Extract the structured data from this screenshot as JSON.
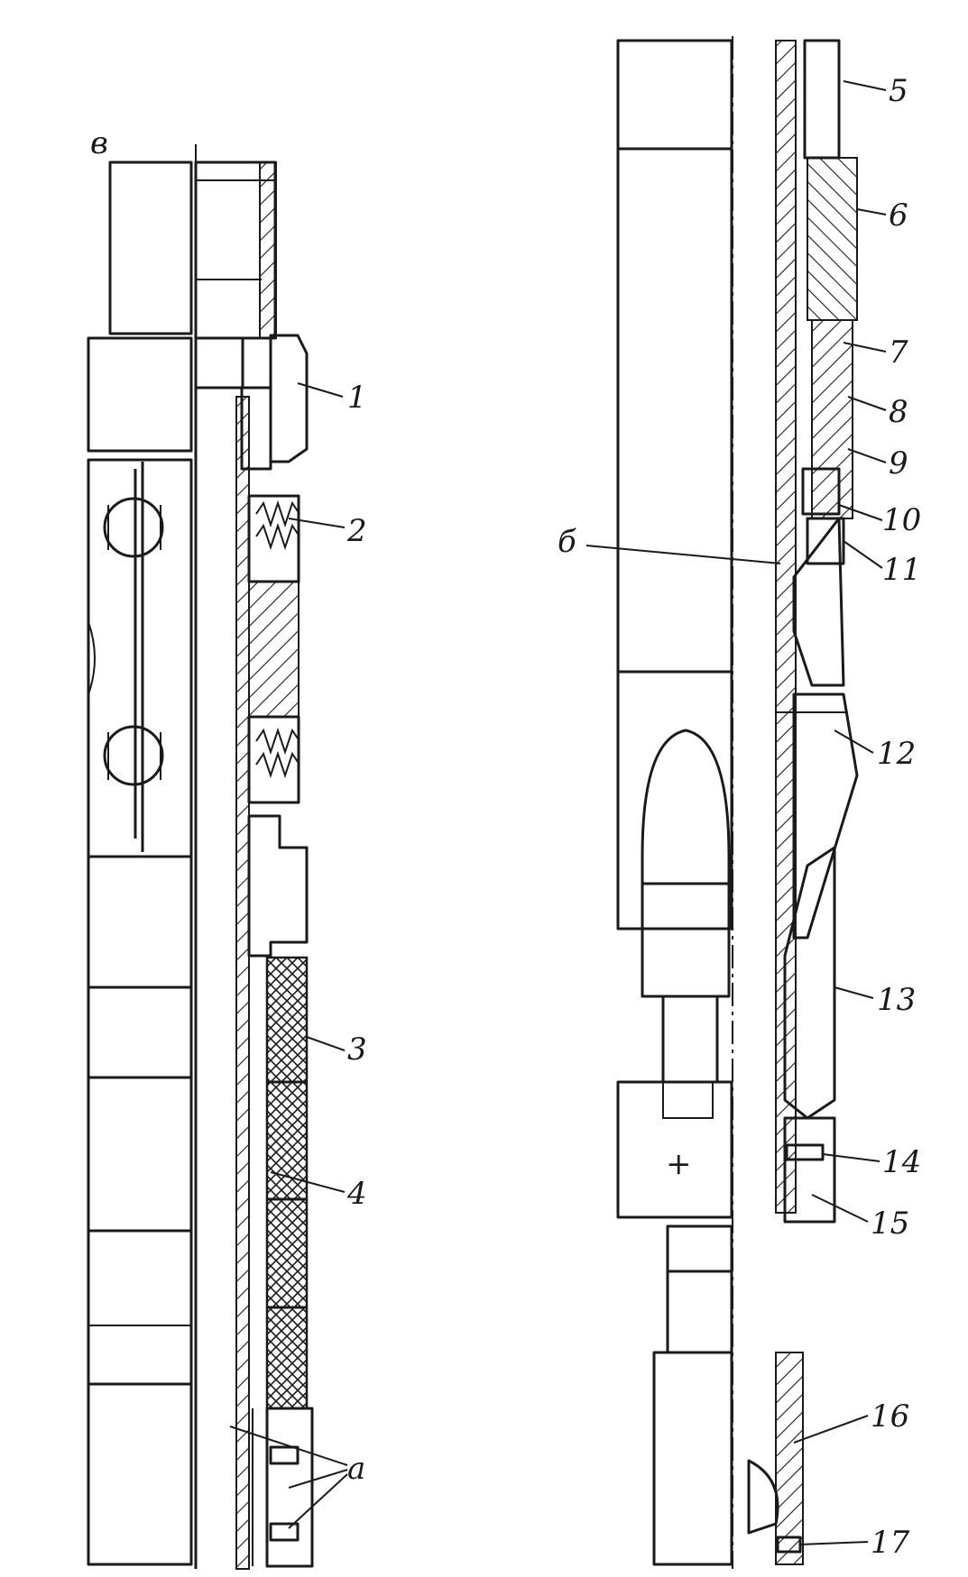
{
  "diagram": {
    "view_label": "в",
    "left_part_labels": [
      "1",
      "2",
      "3",
      "4",
      "а"
    ],
    "right_part_labels": [
      "5",
      "6",
      "7",
      "8",
      "9",
      "10",
      "11",
      "б",
      "12",
      "13",
      "14",
      "15",
      "16",
      "17"
    ],
    "marker": "+"
  }
}
